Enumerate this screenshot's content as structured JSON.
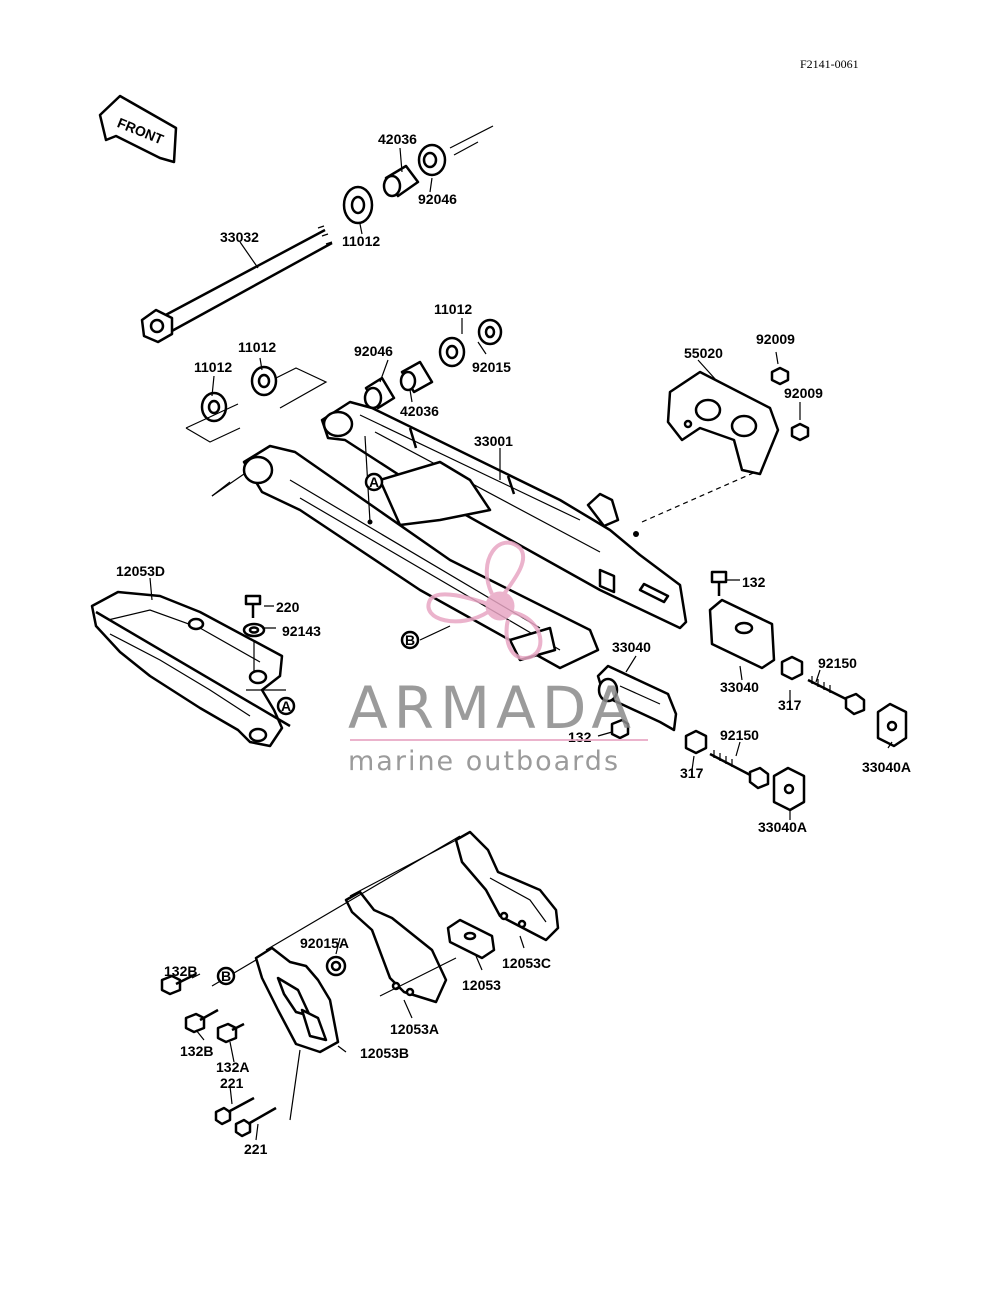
{
  "diagram_code": "F2141-0061",
  "front_tag": "FRONT",
  "watermark": {
    "brand": "ARMADA",
    "tagline": "marine outboards",
    "accent": "#e8a6c4",
    "text_color": "#8a8a8a"
  },
  "callouts": {
    "A": "A",
    "B": "B"
  },
  "parts": {
    "p42036_top": "42036",
    "p92046_top": "92046",
    "p11012_top": "11012",
    "p33032": "33032",
    "p11012_r": "11012",
    "p92015": "92015",
    "p92046_mid": "92046",
    "p42036_mid": "42036",
    "p11012_mid": "11012",
    "p11012_left": "11012",
    "p55020": "55020",
    "p92009_a": "92009",
    "p92009_b": "92009",
    "p33001": "33001",
    "p12053D": "12053D",
    "p220": "220",
    "p92143": "92143",
    "p132_r": "132",
    "p33040_l": "33040",
    "p33040_r": "33040",
    "p92150_r": "92150",
    "p317_r": "317",
    "p33040A_r": "33040A",
    "p132_b": "132",
    "p317_b": "317",
    "p92150_b": "92150",
    "p33040A_b": "33040A",
    "p92015A": "92015A",
    "p12053C": "12053C",
    "p132B_a": "132B",
    "p12053": "12053",
    "p132B_b": "132B",
    "p132A": "132A",
    "p12053A": "12053A",
    "p12053B": "12053B",
    "p221_a": "221",
    "p221_b": "221"
  }
}
